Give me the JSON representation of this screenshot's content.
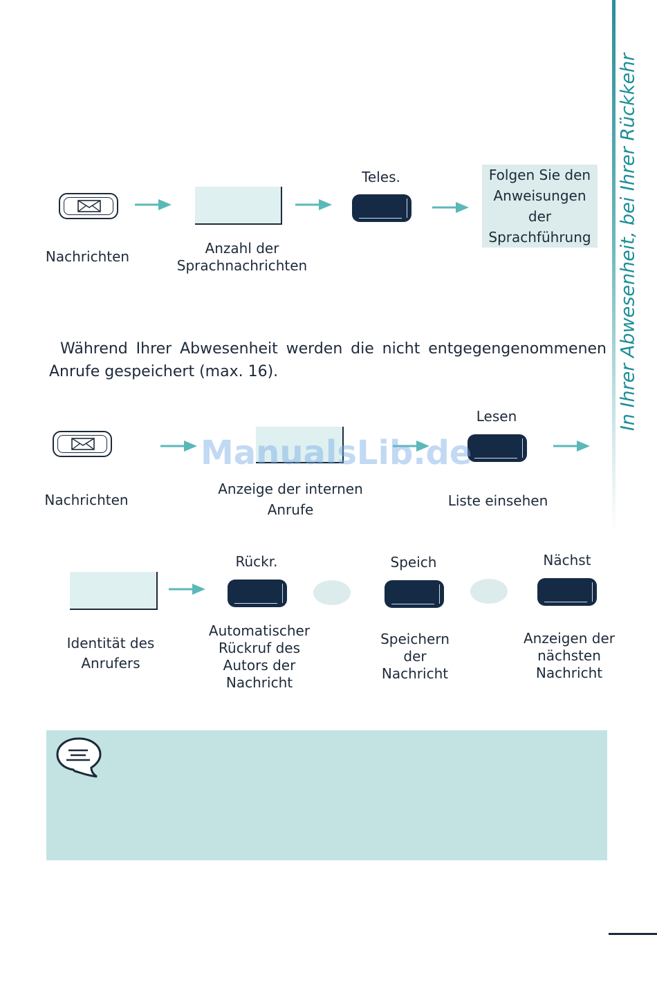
{
  "side_title": "In Ihrer Abwesenheit, bei Ihrer Rückkehr",
  "row1": {
    "key_label": "Nachrichten",
    "screen_label": "Anzahl der\nSprachnachrichten",
    "softkey_top": "Teles.",
    "instruction": "Folgen Sie den\nAnweisungen\nder\nSprachführung"
  },
  "paragraph": "Während Ihrer Abwesenheit werden die nicht entgegengenommenen Anrufe gespeichert (max. 16).",
  "row2": {
    "key_label": "Nachrichten",
    "screen_label": "Anzeige der internen\nAnrufe",
    "softkey_top": "Lesen",
    "softkey_label": "Liste einsehen"
  },
  "row3": {
    "screen_label": "Identität des\nAnrufers",
    "key1_top": "Rückr.",
    "key1_label": "Automatischer\nRückruf des\nAutors der\nNachricht",
    "key2_top": "Speich",
    "key2_label": "Speichern\nder\nNachricht",
    "key3_top": "Nächst",
    "key3_label": "Anzeigen der\nnächsten\nNachricht"
  },
  "watermark": "ManualsLib.de",
  "icons": {
    "message_key": "envelope-icon",
    "arrow": "arrow-right-icon",
    "note": "speech-bubble-icon"
  },
  "colors": {
    "accent": "#1e8f98",
    "arrow": "#5bb8b8",
    "softkey": "#152a45",
    "screen": "#dff0f0",
    "note_bg": "#c2e3e2"
  }
}
